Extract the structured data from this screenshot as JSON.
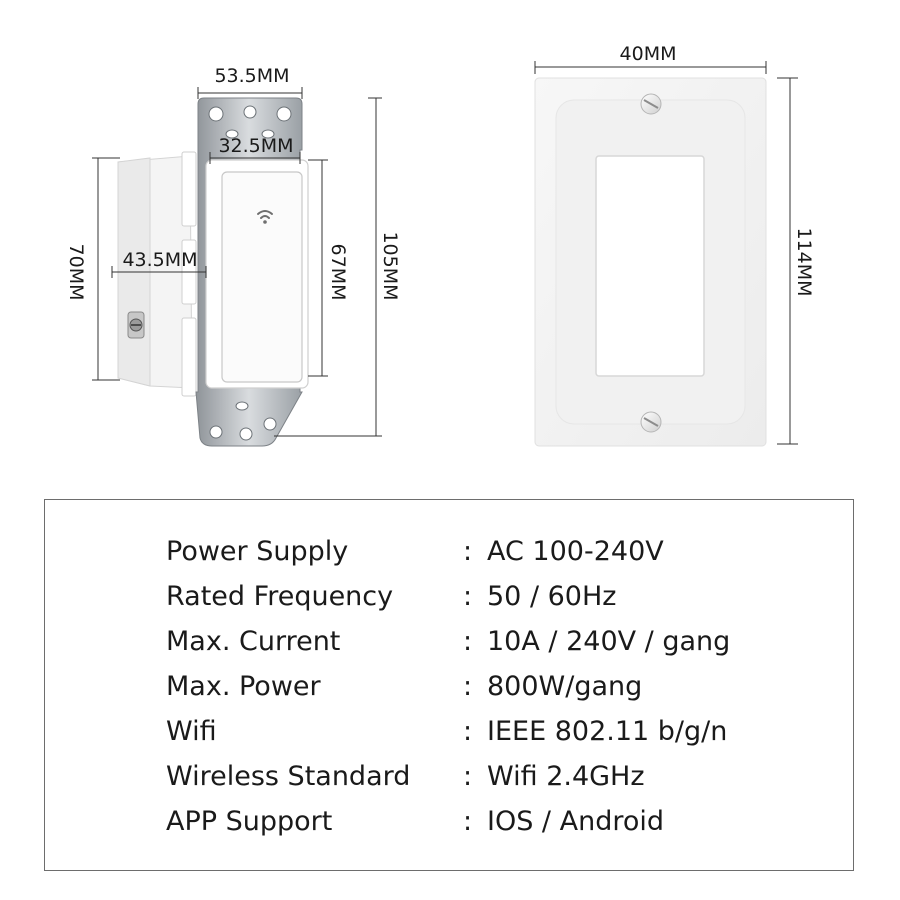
{
  "dimensions": {
    "switch_top_width": "53.5MM",
    "switch_paddle_width": "32.5MM",
    "switch_depth": "43.5MM",
    "switch_body_height": "70MM",
    "switch_paddle_height": "67MM",
    "switch_total_height": "105MM",
    "plate_width": "40MM",
    "plate_height": "114MM"
  },
  "specs": [
    {
      "label": "Power Supply",
      "separator": ":",
      "value": "AC 100-240V"
    },
    {
      "label": "Rated Frequency",
      "separator": ":",
      "value": "50 / 60Hz"
    },
    {
      "label": "Max. Current",
      "separator": ":",
      "value": "10A / 240V / gang"
    },
    {
      "label": "Max. Power",
      "separator": ":",
      "value": "800W/gang"
    },
    {
      "label": "Wifi",
      "separator": ":",
      "value": "IEEE 802.11 b/g/n"
    },
    {
      "label": "Wireless Standard",
      "separator": ":",
      "value": "Wifi 2.4GHz"
    },
    {
      "label": "APP Support",
      "separator": ":",
      "value": "IOS / Android"
    }
  ],
  "icons": {
    "paddle": "wifi-icon",
    "plate_screws": "screw-icon",
    "side_terminal": "screw-terminal-icon"
  }
}
